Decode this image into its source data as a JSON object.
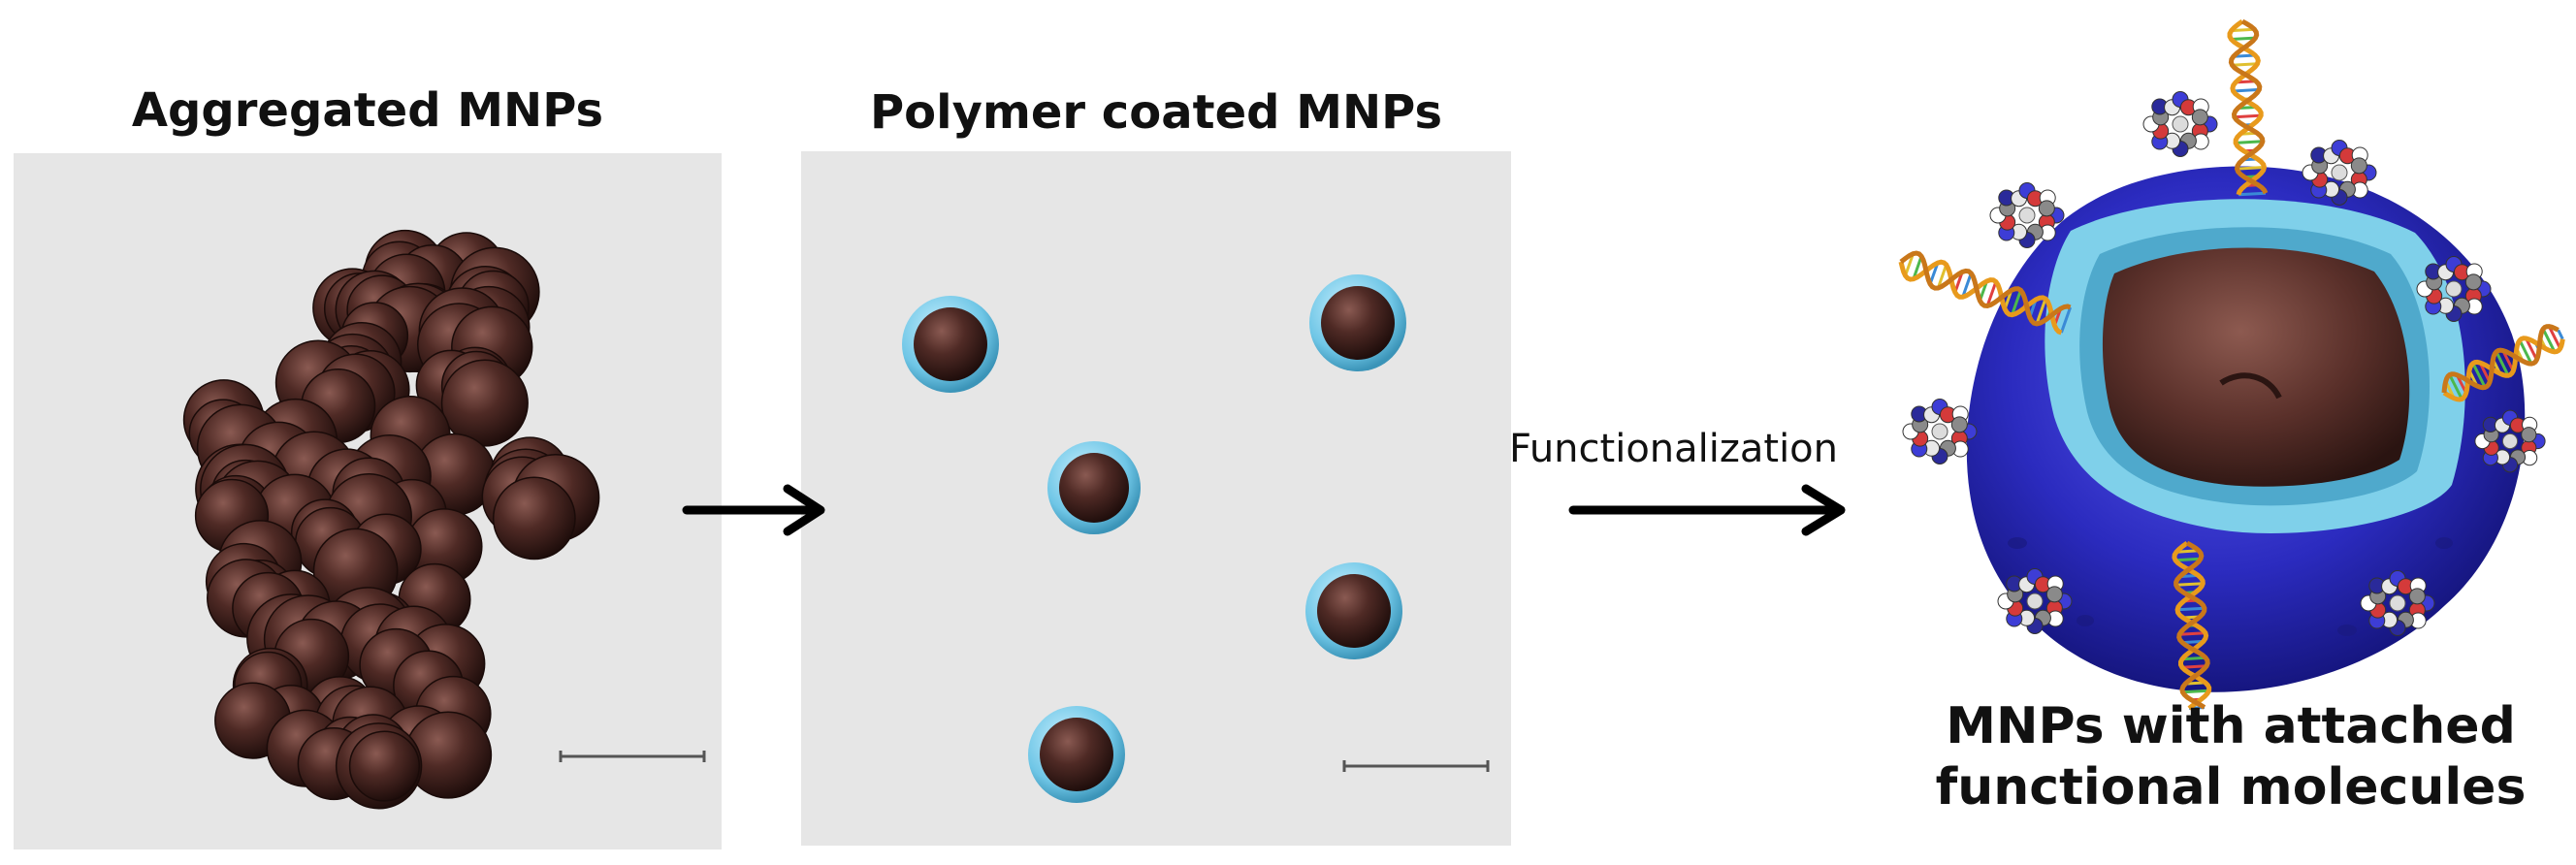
{
  "panels": {
    "aggregated": {
      "title": "Aggregated MNPs"
    },
    "coated": {
      "title": "Polymer coated MNPs"
    }
  },
  "step_label": "Functionalization",
  "final": {
    "caption_line1": "MNPs with attached",
    "caption_line2": "functional molecules"
  },
  "colors": {
    "particle_core": "#4a2622",
    "polymer_coating": "#6fc6e6",
    "outer_shell": "#2f2fc4",
    "inner_layer": "#7fd0ea",
    "dna_strand": "#e89a1c",
    "panel_background": "#e6e6e6",
    "arrow": "#000000"
  },
  "icons": [
    "arrow-right-icon",
    "dna-helix-icon",
    "molecule-icon",
    "scale-bar-icon"
  ]
}
